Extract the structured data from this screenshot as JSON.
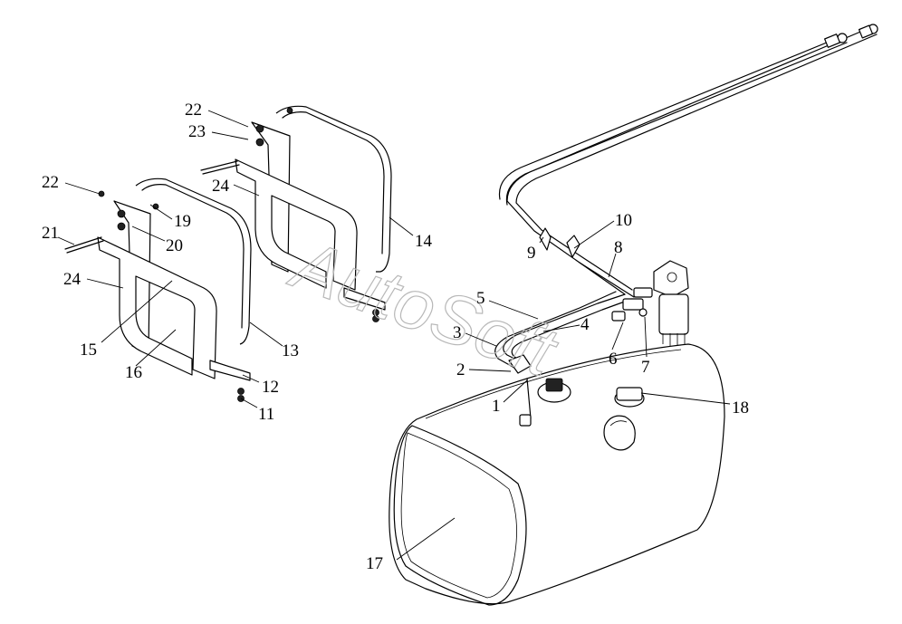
{
  "watermark": "AutoSoft",
  "colors": {
    "line": "#000000",
    "watermark": "#b8b8b8",
    "background": "#ffffff"
  },
  "callouts": [
    {
      "id": "c1",
      "number": "1"
    },
    {
      "id": "c2",
      "number": "2"
    },
    {
      "id": "c3",
      "number": "3"
    },
    {
      "id": "c4",
      "number": "4"
    },
    {
      "id": "c5",
      "number": "5"
    },
    {
      "id": "c6",
      "number": "6"
    },
    {
      "id": "c7",
      "number": "7"
    },
    {
      "id": "c8",
      "number": "8"
    },
    {
      "id": "c9",
      "number": "9"
    },
    {
      "id": "c10",
      "number": "10"
    },
    {
      "id": "c11",
      "number": "11"
    },
    {
      "id": "c12",
      "number": "12"
    },
    {
      "id": "c13",
      "number": "13"
    },
    {
      "id": "c14",
      "number": "14"
    },
    {
      "id": "c15",
      "number": "15"
    },
    {
      "id": "c16",
      "number": "16"
    },
    {
      "id": "c17",
      "number": "17"
    },
    {
      "id": "c18",
      "number": "18"
    },
    {
      "id": "c19",
      "number": "19"
    },
    {
      "id": "c20",
      "number": "20"
    },
    {
      "id": "c21",
      "number": "21"
    },
    {
      "id": "c22a",
      "number": "22"
    },
    {
      "id": "c22b",
      "number": "22"
    },
    {
      "id": "c23",
      "number": "23"
    },
    {
      "id": "c24a",
      "number": "24"
    },
    {
      "id": "c24b",
      "number": "24"
    }
  ]
}
